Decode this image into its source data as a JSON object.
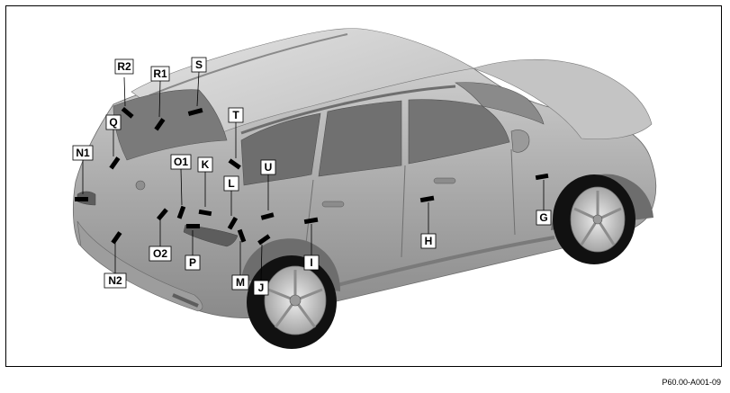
{
  "figure_code": "P60.00-A001-09",
  "labels": {
    "R2": "R2",
    "R1": "R1",
    "S": "S",
    "Q": "Q",
    "N1": "N1",
    "T": "T",
    "O1": "O1",
    "K": "K",
    "U": "U",
    "L": "L",
    "O2": "O2",
    "P": "P",
    "N2": "N2",
    "M": "M",
    "J": "J",
    "I": "I",
    "H": "H",
    "G": "G"
  },
  "colors": {
    "body": "#a9a9a9",
    "glass": "#7d7d7d",
    "tire": "#111111",
    "rim": "#cfcfcf",
    "marker": "#000000"
  }
}
